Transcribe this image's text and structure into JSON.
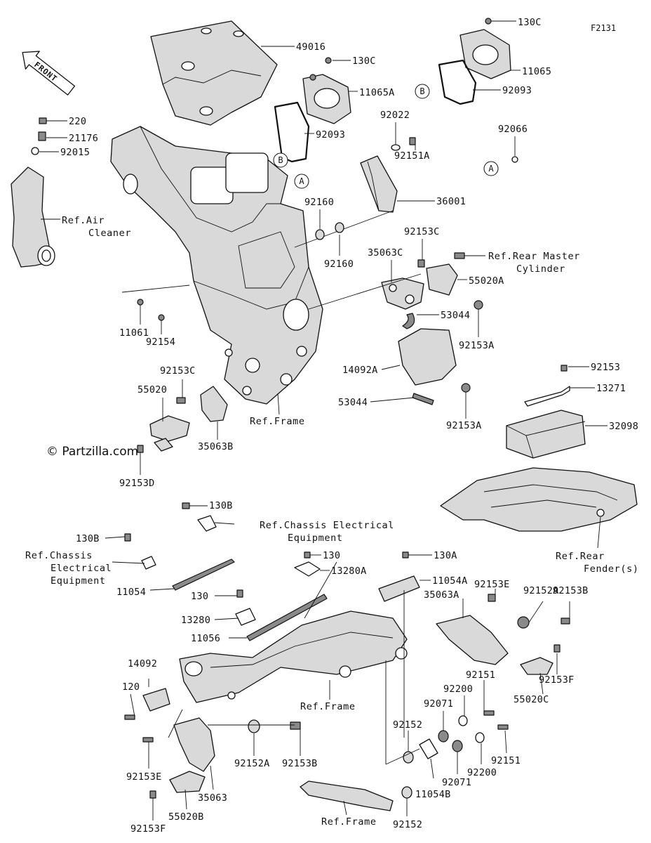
{
  "figure_code": "F2131",
  "copyright": "© Partzilla.com",
  "front_badge": "FRONT",
  "callouts": [
    "A",
    "B"
  ],
  "parts": {
    "p49016": "49016",
    "p130C_a": "130C",
    "p130C_b": "130C",
    "p11065A": "11065A",
    "p11065": "11065",
    "p92093_a": "92093",
    "p92093_b": "92093",
    "p220": "220",
    "p21176": "21176",
    "p92015": "92015",
    "p92022": "92022",
    "p92151A": "92151A",
    "p92066": "92066",
    "p36001": "36001",
    "p92160_a": "92160",
    "p92160_b": "92160",
    "p92153C_a": "92153C",
    "p35063C": "35063C",
    "p55020A": "55020A",
    "p53044_a": "53044",
    "p53044_b": "53044",
    "p92153A_a": "92153A",
    "p92153A_b": "92153A",
    "p14092A": "14092A",
    "p11061": "11061",
    "p92154": "92154",
    "p92153C_b": "92153C",
    "p55020": "55020",
    "p35063B": "35063B",
    "p92153D": "92153D",
    "p92153": "92153",
    "p13271": "13271",
    "p32098": "32098",
    "p130B_a": "130B",
    "p130B_b": "130B",
    "p130_a": "130",
    "p130_b": "130",
    "p13280A": "13280A",
    "p130A": "130A",
    "p11054A": "11054A",
    "p11054": "11054",
    "p13280": "13280",
    "p11056": "11056",
    "p92153E_a": "92153E",
    "p92153E_b": "92153E",
    "p35063A": "35063A",
    "p92152A_a": "92152A",
    "p92152A_b": "92152A",
    "p92153B_a": "92153B",
    "p92153B_b": "92153B",
    "p14092": "14092",
    "p120": "120",
    "p92151_a": "92151",
    "p92151_b": "92151",
    "p92200_a": "92200",
    "p92200_b": "92200",
    "p92071_a": "92071",
    "p92071_b": "92071",
    "p92152_a": "92152",
    "p92152_b": "92152",
    "p92153F_a": "92153F",
    "p92153F_b": "92153F",
    "p55020C": "55020C",
    "p55020B": "55020B",
    "p35063": "35063",
    "p11054B": "11054B"
  },
  "refs": {
    "air_cleaner_1": "Ref.Air",
    "air_cleaner_2": "Cleaner",
    "rear_master_1": "Ref.Rear Master",
    "rear_master_2": "Cylinder",
    "frame_1": "Ref.Frame",
    "frame_2": "Ref.Frame",
    "frame_3": "Ref.Frame",
    "chassis_elec_a1": "Ref.Chassis Electrical",
    "chassis_elec_a2": "Equipment",
    "chassis_elec_b1": "Ref.Chassis",
    "chassis_elec_b2": "Electrical",
    "chassis_elec_b3": "Equipment",
    "rear_fender_1": "Ref.Rear",
    "rear_fender_2": "Fender(s)"
  }
}
